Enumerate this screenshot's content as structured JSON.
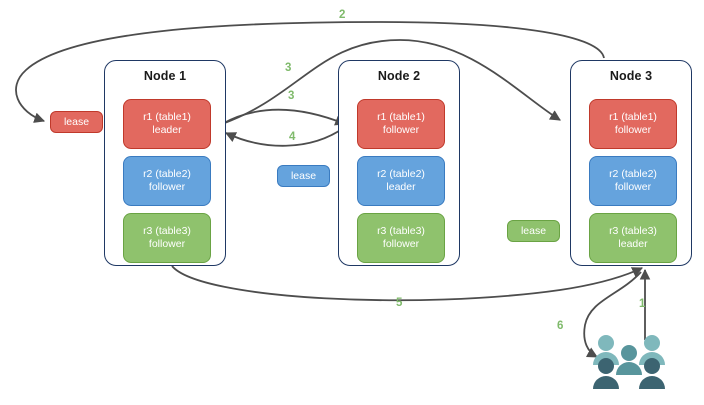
{
  "diagram": {
    "title": "Distributed lease / raft replica routing diagram",
    "colors": {
      "accent_red": "#e2695f",
      "accent_red_border": "#c0392b",
      "accent_blue": "#65a3dd",
      "accent_blue_border": "#3a7bc0",
      "accent_green": "#8fc26d",
      "accent_green_border": "#6aa344",
      "node_border": "#1f3864",
      "edge": "#4d4d4d",
      "step_label": "#7fba6b",
      "people_light": "#7fb8bc",
      "people_dark": "#3c6471"
    }
  },
  "nodes": [
    {
      "id": "node-1",
      "title": "Node 1",
      "replicas": [
        {
          "id": "n1-r1",
          "line1": "r1 (table1)",
          "line2": "leader",
          "color": "red"
        },
        {
          "id": "n1-r2",
          "line1": "r2 (table2)",
          "line2": "follower",
          "color": "blue"
        },
        {
          "id": "n1-r3",
          "line1": "r3 (table3)",
          "line2": "follower",
          "color": "green"
        }
      ]
    },
    {
      "id": "node-2",
      "title": "Node 2",
      "replicas": [
        {
          "id": "n2-r1",
          "line1": "r1 (table1)",
          "line2": "follower",
          "color": "red"
        },
        {
          "id": "n2-r2",
          "line1": "r2 (table2)",
          "line2": "leader",
          "color": "blue"
        },
        {
          "id": "n2-r3",
          "line1": "r3 (table3)",
          "line2": "follower",
          "color": "green"
        }
      ]
    },
    {
      "id": "node-3",
      "title": "Node 3",
      "replicas": [
        {
          "id": "n3-r1",
          "line1": "r1 (table1)",
          "line2": "follower",
          "color": "red"
        },
        {
          "id": "n3-r2",
          "line1": "r2 (table2)",
          "line2": "follower",
          "color": "blue"
        },
        {
          "id": "n3-r3",
          "line1": "r3 (table3)",
          "line2": "leader",
          "color": "green"
        }
      ]
    }
  ],
  "leases": [
    {
      "id": "lease-table1",
      "label": "lease",
      "color": "red"
    },
    {
      "id": "lease-table2",
      "label": "lease",
      "color": "blue"
    },
    {
      "id": "lease-table3",
      "label": "lease",
      "color": "green"
    }
  ],
  "steps": [
    {
      "id": "step-1",
      "label": "1"
    },
    {
      "id": "step-2",
      "label": "2"
    },
    {
      "id": "step-3a",
      "label": "3"
    },
    {
      "id": "step-3b",
      "label": "3"
    },
    {
      "id": "step-4",
      "label": "4"
    },
    {
      "id": "step-5",
      "label": "5"
    },
    {
      "id": "step-6",
      "label": "6"
    }
  ],
  "icons": {
    "people": "people-group-icon"
  }
}
